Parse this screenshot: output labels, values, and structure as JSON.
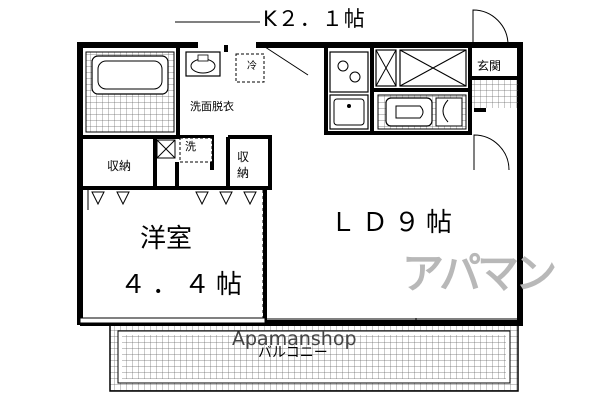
{
  "floor_plan": {
    "kitchen_label": "K２．１帖",
    "washroom_label": "洗面脱衣",
    "washer_label": "洗",
    "fridge_label": "冷",
    "storage_left_label": "収納",
    "storage_right_label": "収納",
    "western_room_label": "洋室",
    "western_room_size": "４．４帖",
    "living_dining_label": "ＬＤ９帖",
    "entrance_label": "玄関",
    "balcony_label": "バルコニー"
  },
  "watermark": {
    "brand_en": "Apamanshop",
    "brand_jp": "アパマン"
  }
}
